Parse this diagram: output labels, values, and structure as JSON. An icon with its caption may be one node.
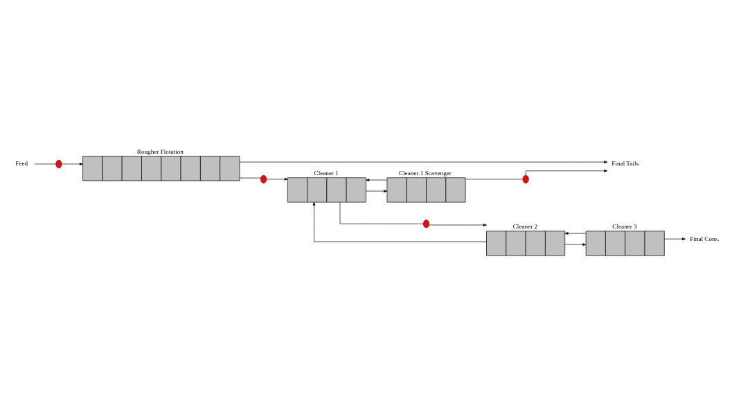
{
  "diagram": {
    "nodes": [
      {
        "text": [
          "Rougher Flotation"
        ]
      },
      {
        "text": [
          "Feed"
        ]
      },
      {
        "text": [],
        "shape": "circle"
      },
      {
        "text": [
          "Final Tails"
        ]
      },
      {
        "text": [],
        "shape": "circle"
      },
      {
        "text": [],
        "shape": "circle"
      },
      {
        "text": [
          "Cleaner 1"
        ]
      },
      {
        "text": [
          "Cleaner 1 Scavenger"
        ]
      },
      {
        "text": [],
        "shape": "circle"
      },
      {
        "text": [
          "Cleaner 2"
        ]
      },
      {
        "text": [
          "Cleaner 3"
        ]
      },
      {
        "text": [
          "Final Cons."
        ]
      }
    ],
    "edges": [
      {
        "from": 1,
        "to": 2,
        "arrow": "none"
      },
      {
        "from": 2,
        "to": 0,
        "arrow": "to"
      },
      {
        "from": 0,
        "to": 3,
        "arrow": "to"
      },
      {
        "from": 0,
        "to": 4,
        "arrow": "none"
      },
      {
        "from": 4,
        "to": 6,
        "arrow": "to"
      },
      {
        "from": 6,
        "to": 7,
        "arrow": "to"
      },
      {
        "from": 7,
        "to": 5,
        "arrow": "none"
      },
      {
        "from": 5,
        "to": 3,
        "arrow": "to"
      },
      {
        "from": 7,
        "to": 6,
        "arrow": "to"
      },
      {
        "from": 6,
        "to": 8,
        "arrow": "none"
      },
      {
        "from": 8,
        "to": 9,
        "arrow": "to"
      },
      {
        "from": 9,
        "to": 6,
        "arrow": "to"
      },
      {
        "from": 9,
        "to": 10,
        "arrow": "to"
      },
      {
        "from": 10,
        "to": 11,
        "arrow": "to"
      },
      {
        "from": 10,
        "to": 9,
        "arrow": "to"
      }
    ]
  }
}
